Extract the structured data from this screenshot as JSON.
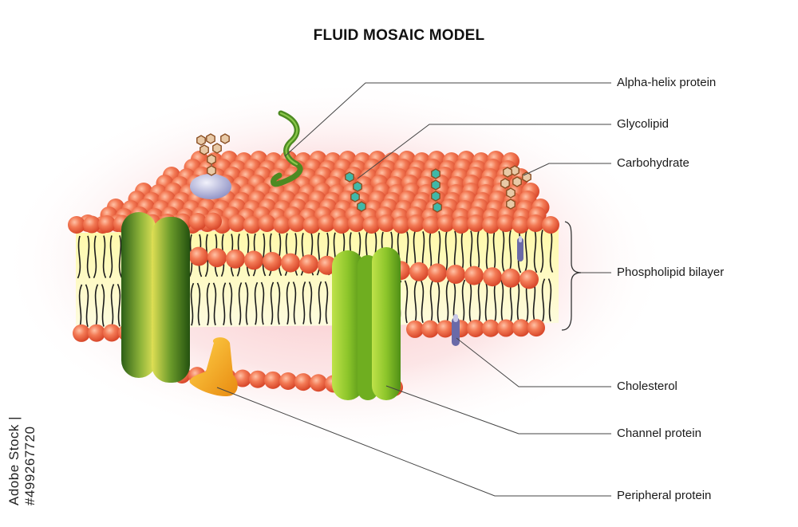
{
  "title": "FLUID MOSAIC MODEL",
  "labels": {
    "alpha_helix_protein": "Alpha-helix protein",
    "glycolipid": "Glycolipid",
    "carbohydrate": "Carbohydrate",
    "phospholipid_bilayer": "Phospholipid bilayer",
    "cholesterol": "Cholesterol",
    "channel_protein": "Channel protein",
    "peripheral_protein": "Peripheral protein"
  },
  "watermark": "Adobe Stock | #499267720",
  "colors": {
    "phospholipid_head": "#f06a48",
    "lipid_core": "#fbf6b2",
    "integral_protein_dark": "#2f6b1c",
    "channel_protein": "#9ccc2c",
    "peripheral_protein": "#f4a81c",
    "alpha_helix": "#5a9a2a",
    "glycolipid": "#3fb8a8",
    "carbohydrate": "#b87a3a",
    "cholesterol": "#6a6aa8",
    "glow": "#f9c8c8"
  }
}
